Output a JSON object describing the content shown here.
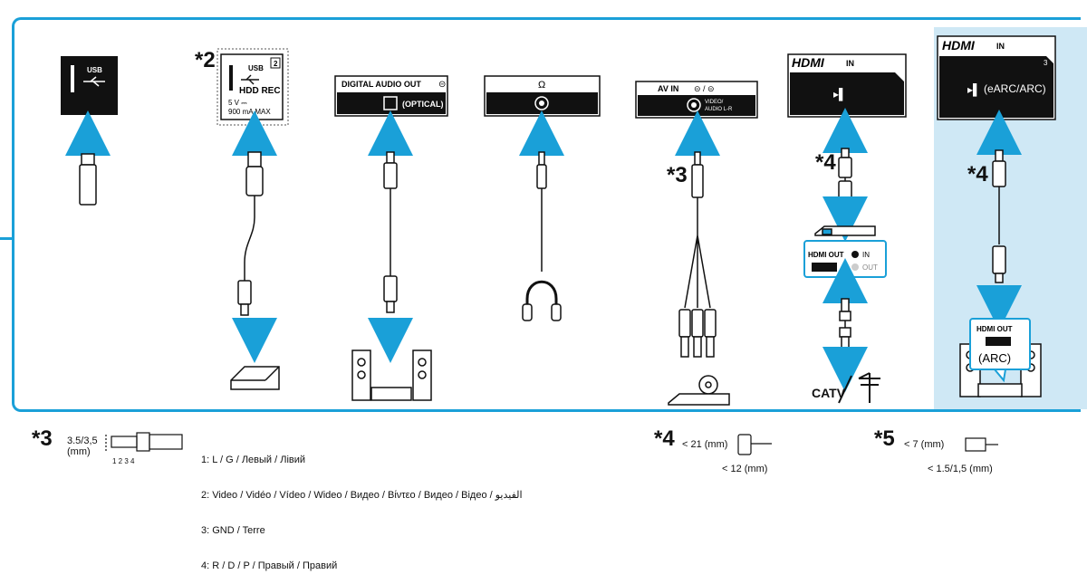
{
  "ports": {
    "usb1": {
      "label": "USB"
    },
    "usb2": {
      "label": "USB",
      "badge": "2",
      "sublabel": "HDD REC",
      "power": "5 V ⎓\n900 mA MAX",
      "note": "*2"
    },
    "optical": {
      "title": "DIGITAL AUDIO OUT",
      "label": "(OPTICAL)"
    },
    "headphone": {
      "icon": "headphone-icon"
    },
    "avin": {
      "title": "AV IN",
      "sublabel": "VIDEO/ AUDIO L-R",
      "note": "*3"
    },
    "hdmi": {
      "title": "HDMI",
      "in_label": "IN",
      "note": "*4"
    },
    "hdmi_arc": {
      "title": "HDMI",
      "in_label": "IN",
      "badge": "3",
      "label": "(eARC/ARC)",
      "note": "*4"
    }
  },
  "devices": {
    "settop": {
      "hdmi_out": "HDMI OUT",
      "in": "IN",
      "out": "OUT",
      "catv": "CATV"
    },
    "soundbar": {
      "hdmi_out": "HDMI OUT",
      "arc": "(ARC)"
    }
  },
  "footnotes": {
    "n3": {
      "mark": "*3",
      "size": "3.5/3,5\n(mm)",
      "pins": "1 2 3 4",
      "lines": [
        "1: L / G / Левый / Лівий",
        "2: Video / Vidéo / Vídeo / Wideo / Видео / Βίντεο / Видео / Відео / الفيديو",
        "3: GND / Terre",
        "4: R / D / P / Правый / Правий"
      ]
    },
    "n4": {
      "mark": "*4",
      "a": "< 21 (mm)",
      "b": "< 12 (mm)"
    },
    "n5": {
      "mark": "*5",
      "a": "< 7 (mm)",
      "b": "< 1.5/1,5 (mm)"
    }
  },
  "colors": {
    "accent": "#1aa0d8",
    "panel": "#cfe8f5"
  }
}
